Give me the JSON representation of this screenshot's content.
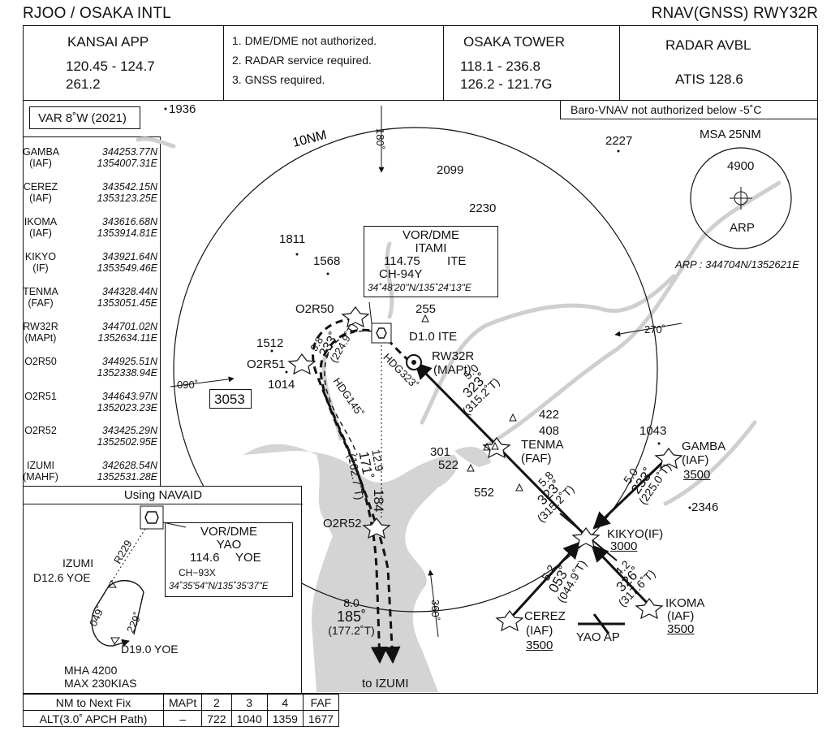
{
  "header": {
    "airport": "RJOO / OSAKA INTL",
    "procedure": "RNAV(GNSS) RWY32R"
  },
  "comms": {
    "app_name": "KANSAI APP",
    "app_freq1": "120.45 - 124.7",
    "app_freq2": "261.2",
    "tower_name": "OSAKA TOWER",
    "tower_freq1": "118.1 - 236.8",
    "tower_freq2": "126.2 - 121.7G",
    "radar": "RADAR AVBL",
    "atis": "ATIS   128.6"
  },
  "notes": [
    "1. DME/DME not authorized.",
    "2. RADAR service required.",
    "3. GNSS required."
  ],
  "var": "VAR 8˚W (2021)",
  "baro_note": "Baro-VNAV not authorized below -5˚C",
  "msa": {
    "title": "MSA 25NM",
    "alt": "4900",
    "arp": "ARP",
    "arp_coord": "ARP : 344704N/1352621E"
  },
  "waypoints": [
    {
      "name": "GAMBA",
      "role": "(IAF)",
      "lat": "344253.77N",
      "lon": "1354007.31E"
    },
    {
      "name": "CEREZ",
      "role": "(IAF)",
      "lat": "343542.15N",
      "lon": "1353123.25E"
    },
    {
      "name": "IKOMA",
      "role": "(IAF)",
      "lat": "343616.68N",
      "lon": "1353914.81E"
    },
    {
      "name": "KIKYO",
      "role": "(IF)",
      "lat": "343921.64N",
      "lon": "1353549.46E"
    },
    {
      "name": "TENMA",
      "role": "(FAF)",
      "lat": "344328.44N",
      "lon": "1353051.45E"
    },
    {
      "name": "RW32R",
      "role": "(MAPt)",
      "lat": "344701.02N",
      "lon": "1352634.11E"
    },
    {
      "name": "O2R50",
      "role": "",
      "lat": "344925.51N",
      "lon": "1352338.94E"
    },
    {
      "name": "O2R51",
      "role": "",
      "lat": "344643.97N",
      "lon": "1352023.23E"
    },
    {
      "name": "O2R52",
      "role": "",
      "lat": "343425.29N",
      "lon": "1352502.95E"
    },
    {
      "name": "IZUMI",
      "role": "(MAHF)",
      "lat": "342628.54N",
      "lon": "1352531.28E"
    }
  ],
  "navaid_inset": {
    "title": "Using NAVAID",
    "vor_label": "VOR/DME",
    "vor_name": "YAO",
    "freq": "114.6",
    "ident": "YOE",
    "channel": "CH−93X",
    "coord": "34˚35'54\"N/135˚35'37\"E",
    "izumi": "IZUMI",
    "izumi_dme": "D12.6 YOE",
    "radial": "R229",
    "inbound": "049˚",
    "outbound": "229˚",
    "d19": "D19.0 YOE",
    "mha": "MHA 4200",
    "max_speed": "MAX 230KIAS"
  },
  "itami_vor": {
    "label": "VOR/DME",
    "name": "ITAMI",
    "freq": "114.75",
    "ident": "ITE",
    "channel": "CH-94Y",
    "coord": "34˚48'20\"N/135˚24'13\"E"
  },
  "map": {
    "ring": "10NM",
    "spot_elevations": [
      "1936",
      "2227",
      "2099",
      "2230",
      "1811",
      "1568",
      "255",
      "1512",
      "1014",
      "422",
      "408",
      "301",
      "522",
      "552",
      "1043",
      "2346"
    ],
    "grid_alt": "3053",
    "fixes": {
      "o2r50": "O2R50",
      "o2r51": "O2R51",
      "o2r52": "O2R52",
      "rw32r": "RW32R",
      "rw32r_role": "(MAPt)",
      "d1": "D1.0 ITE",
      "tenma": "TENMA",
      "tenma_role": "(FAF)",
      "kikyo": "KIKYO(IF)",
      "kikyo_alt": "3000",
      "gamba": "GAMBA",
      "gamba_role": "(IAF)",
      "gamba_alt": "3500",
      "cerez": "CEREZ",
      "cerez_role": "(IAF)",
      "cerez_alt": "3500",
      "ikoma": "IKOMA",
      "ikoma_role": "(IAF)",
      "ikoma_alt": "3500",
      "yao_ap": "YAO AP",
      "to_izumi": "to IZUMI"
    },
    "legs": {
      "final_dist": "5.0",
      "final_crs": "323˚",
      "final_true": "(315.2˚T)",
      "kt_dist": "5.8",
      "kt_crs": "323˚",
      "kt_true": "(315.2˚T)",
      "gk_dist": "5.0",
      "gk_crs": "233˚",
      "gk_true": "(225.0˚T)",
      "ck_dist": "5.2",
      "ck_crs": "053˚",
      "ck_true": "(044.9˚T)",
      "ik_dist": "4.2",
      "ik_crs": "326˚",
      "ik_true": "(317.6˚T)",
      "ma_dist": "3.8",
      "ma_crs": "233˚",
      "ma_true": "(224.9˚T)",
      "ma2_dist": "12.9",
      "ma2_crs": "171˚",
      "ma2_true": "(162.7˚T)",
      "iz_dist": "8.0",
      "iz_crs": "185˚",
      "iz_true": "(177.2˚T)",
      "hdg145": "HDG145˚",
      "hdg323": "HDG323˚",
      "r184": "184",
      "brg180": "180˚",
      "brg270": "270˚",
      "brg090": "090˚",
      "brg360": "360˚"
    }
  },
  "alt_table": {
    "headers": [
      "NM to Next Fix",
      "MAPt",
      "2",
      "3",
      "4",
      "FAF"
    ],
    "row": [
      "ALT(3.0˚ APCH Path)",
      "–",
      "722",
      "1040",
      "1359",
      "1677"
    ]
  }
}
